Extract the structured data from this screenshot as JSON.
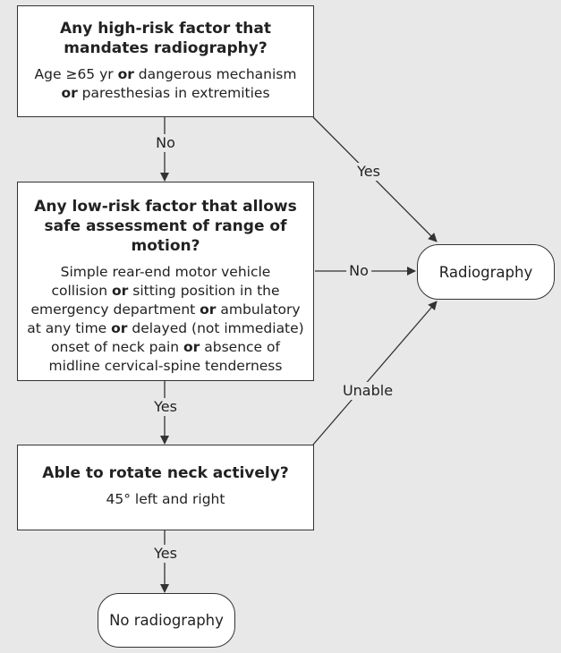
{
  "box1": {
    "title": "Any high-risk factor that mandates radiography?",
    "lines": [
      [
        {
          "t": "Age ≥65 yr "
        },
        {
          "t": "or",
          "b": true
        },
        {
          "t": " dangerous mechanism"
        }
      ],
      [
        {
          "t": "or",
          "b": true
        },
        {
          "t": " paresthesias in extremities"
        }
      ]
    ]
  },
  "box2": {
    "title": "Any low-risk factor that allows safe assessment of range of motion?",
    "lines": [
      [
        {
          "t": "Simple rear-end motor vehicle"
        }
      ],
      [
        {
          "t": "collision "
        },
        {
          "t": "or",
          "b": true
        },
        {
          "t": " sitting position in the"
        }
      ],
      [
        {
          "t": "emergency department "
        },
        {
          "t": "or",
          "b": true
        },
        {
          "t": " ambulatory"
        }
      ],
      [
        {
          "t": "at any time "
        },
        {
          "t": "or",
          "b": true
        },
        {
          "t": " delayed (not immediate)"
        }
      ],
      [
        {
          "t": "onset of neck pain "
        },
        {
          "t": "or",
          "b": true
        },
        {
          "t": " absence of"
        }
      ],
      [
        {
          "t": "midline cervical-spine tenderness"
        }
      ]
    ]
  },
  "box3": {
    "title": "Able to rotate neck actively?",
    "lines": [
      [
        {
          "t": "45° left and right"
        }
      ]
    ]
  },
  "outcomes": {
    "radiography": "Radiography",
    "no_radiography": "No radiography"
  },
  "edge_labels": {
    "box1_no": "No",
    "box1_yes": "Yes",
    "box2_no": "No",
    "box2_yes": "Yes",
    "box3_unable": "Unable",
    "box3_yes": "Yes"
  }
}
